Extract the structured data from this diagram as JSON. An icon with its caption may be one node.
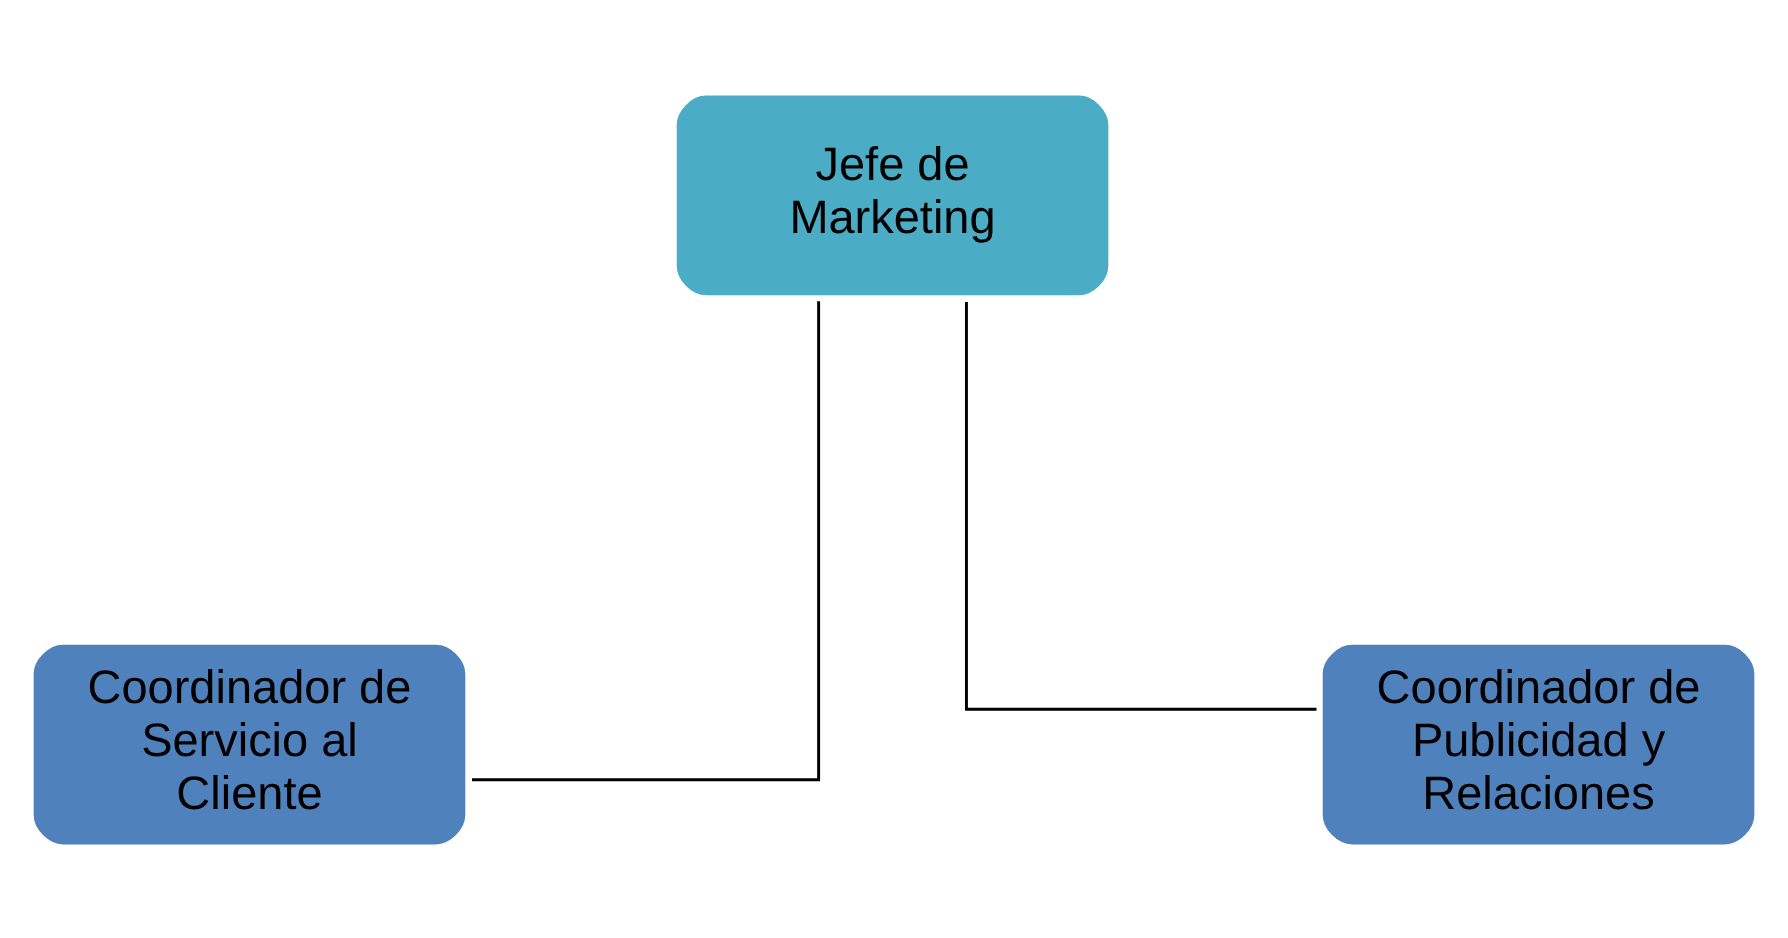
{
  "diagram": {
    "nodes": [
      {
        "text": [
          "Jefe de Marketing"
        ]
      },
      {
        "text": [
          "Coordinador de Servicio al Cliente"
        ]
      },
      {
        "text": [
          "Coordinador de Publicidad y Relaciones"
        ]
      }
    ],
    "edges": [
      {
        "from": 0,
        "to": 1,
        "arrow": "none"
      },
      {
        "from": 0,
        "to": 2,
        "arrow": "none"
      }
    ]
  }
}
